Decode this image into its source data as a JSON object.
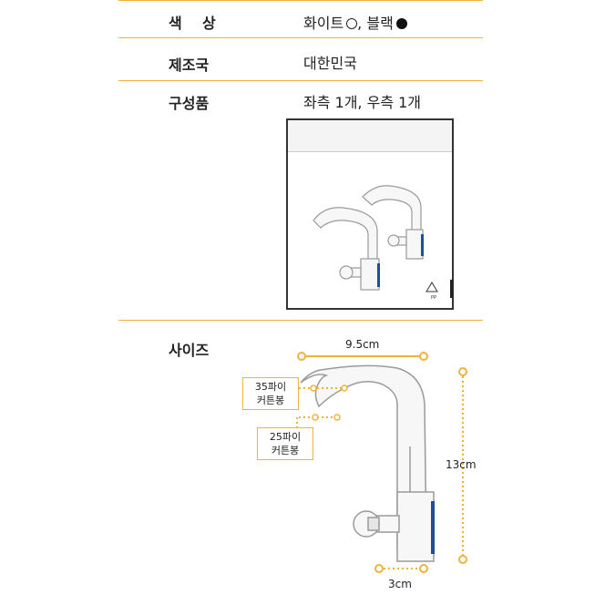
{
  "specs": [
    {
      "label": "색    상",
      "value": "화이트",
      "value_sep": ", ",
      "value2": "블랙"
    },
    {
      "label": "제조국",
      "value": "대한민국"
    },
    {
      "label": "구성품",
      "value": "좌측 1개, 우측 1개"
    }
  ],
  "size": {
    "label": "사이즈",
    "width_label": "9.5cm",
    "height_label": "13cm",
    "depth_label": "3cm",
    "pipe35": {
      "line1": "35파이",
      "line2": "커튼봉"
    },
    "pipe25": {
      "line1": "25파이",
      "line2": "커튼봉"
    }
  },
  "colors": {
    "accent": "#f0b23a",
    "hook_fill": "#f7f7f7",
    "hook_stroke": "#9a9a9a"
  },
  "icons": {
    "white_swatch": "white-circle-icon",
    "black_swatch": "black-circle-icon",
    "recycle": "recycle-pp-icon"
  }
}
